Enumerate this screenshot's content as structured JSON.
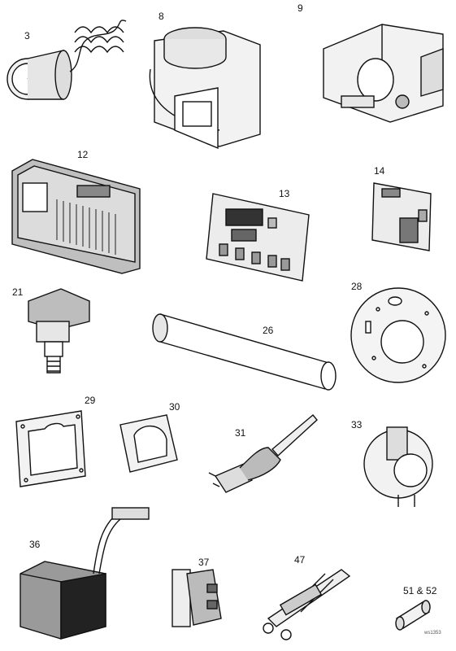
{
  "parts": [
    {
      "id": "part-3",
      "label": "3"
    },
    {
      "id": "part-8",
      "label": "8"
    },
    {
      "id": "part-9",
      "label": "9"
    },
    {
      "id": "part-12",
      "label": "12"
    },
    {
      "id": "part-13",
      "label": "13"
    },
    {
      "id": "part-14",
      "label": "14"
    },
    {
      "id": "part-21",
      "label": "21"
    },
    {
      "id": "part-26",
      "label": "26"
    },
    {
      "id": "part-28",
      "label": "28"
    },
    {
      "id": "part-29",
      "label": "29"
    },
    {
      "id": "part-30",
      "label": "30"
    },
    {
      "id": "part-31",
      "label": "31"
    },
    {
      "id": "part-33",
      "label": "33"
    },
    {
      "id": "part-36",
      "label": "36"
    },
    {
      "id": "part-37",
      "label": "37"
    },
    {
      "id": "part-47",
      "label": "47"
    },
    {
      "id": "part-51-52",
      "label": "51 & 52"
    }
  ],
  "drawing_code": "ws1353",
  "colors": {
    "line": "#111111",
    "fill_light": "#f2f2f2",
    "fill_mid": "#cfcfcf",
    "fill_dark": "#444444"
  }
}
